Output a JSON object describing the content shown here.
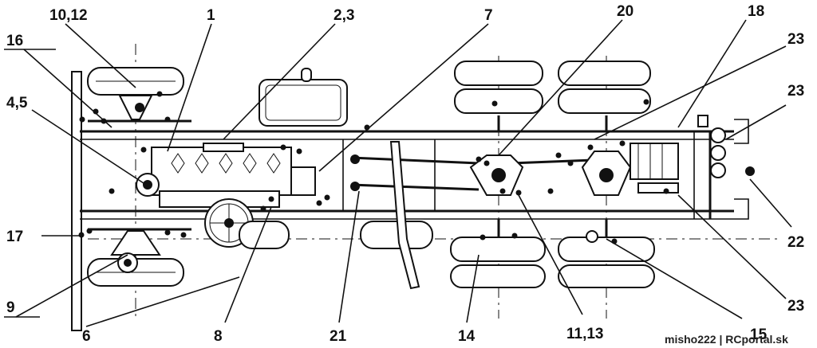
{
  "labels": {
    "l_10_12": "10,12",
    "l_1": "1",
    "l_2_3": "2,3",
    "l_7": "7",
    "l_20": "20",
    "l_18": "18",
    "l_23a": "23",
    "l_16": "16",
    "l_4_5": "4,5",
    "l_23b": "23",
    "l_17": "17",
    "l_22": "22",
    "l_9": "9",
    "l_23c": "23",
    "l_6": "6",
    "l_8": "8",
    "l_21": "21",
    "l_14": "14",
    "l_11_13": "11,13",
    "l_15": "15"
  },
  "credit": "misho222 | RCportal.sk"
}
